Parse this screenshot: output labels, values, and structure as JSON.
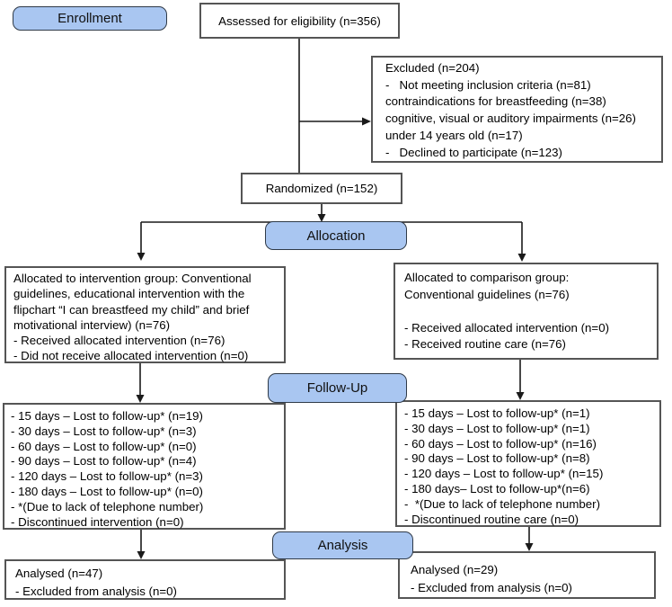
{
  "flowchart": {
    "stages": {
      "enrollment": "Enrollment",
      "allocation": "Allocation",
      "followup": "Follow-Up",
      "analysis": "Analysis"
    },
    "assessed": {
      "text": "Assessed for eligibility (n=356)"
    },
    "excluded": {
      "lines": [
        "Excluded (n=204)",
        "-   Not meeting inclusion criteria (n=81)",
        "contraindications for breastfeeding (n=38)",
        "cognitive, visual or auditory impairments (n=26)",
        "under 14 years old (n=17)",
        "-   Declined to participate (n=123)"
      ]
    },
    "randomized": {
      "text": "Randomized (n=152)"
    },
    "allocation_left": {
      "lines": [
        "Allocated to intervention group: Conventional",
        "guidelines, educational intervention with the",
        "flipchart “I can breastfeed my child” and brief",
        "motivational interview) (n=76)",
        "- Received allocated intervention (n=76)",
        "- Did not receive allocated intervention (n=0)"
      ]
    },
    "allocation_right": {
      "lines": [
        "Allocated to comparison group:",
        "Conventional guidelines (n=76)",
        "",
        "- Received allocated intervention (n=0)",
        "- Received routine care (n=76)"
      ]
    },
    "followup_left": {
      "lines": [
        "- 15 days – Lost to follow-up* (n=19)",
        "- 30 days – Lost to follow-up* (n=3)",
        "- 60 days – Lost to follow-up* (n=0)",
        "- 90 days – Lost to follow-up* (n=4)",
        "- 120 days – Lost to follow-up* (n=3)",
        "- 180 days – Lost to follow-up* (n=0)",
        "- *(Due to lack of telephone number)",
        "- Discontinued intervention (n=0)"
      ]
    },
    "followup_right": {
      "lines": [
        "- 15 days – Lost to follow-up* (n=1)",
        "- 30 days – Lost to follow-up* (n=1)",
        "- 60 days – Lost to follow-up* (n=16)",
        "- 90 days – Lost to follow-up* (n=8)",
        "- 120 days – Lost to follow-up* (n=15)",
        "- 180 days– Lost to follow-up*(n=6)",
        "-  *(Due to lack of telephone number)",
        "- Discontinued routine care (n=0)"
      ]
    },
    "analysis_left": {
      "lines": [
        "Analysed (n=47)",
        "- Excluded from analysis (n=0)"
      ]
    },
    "analysis_right": {
      "lines": [
        "Analysed (n=29)",
        "- Excluded from analysis (n=0)"
      ]
    },
    "colors": {
      "stage_fill": "#a9c6f1",
      "stage_border": "#2f3a48",
      "box_border": "#555555",
      "line": "#1a1a1a"
    }
  }
}
